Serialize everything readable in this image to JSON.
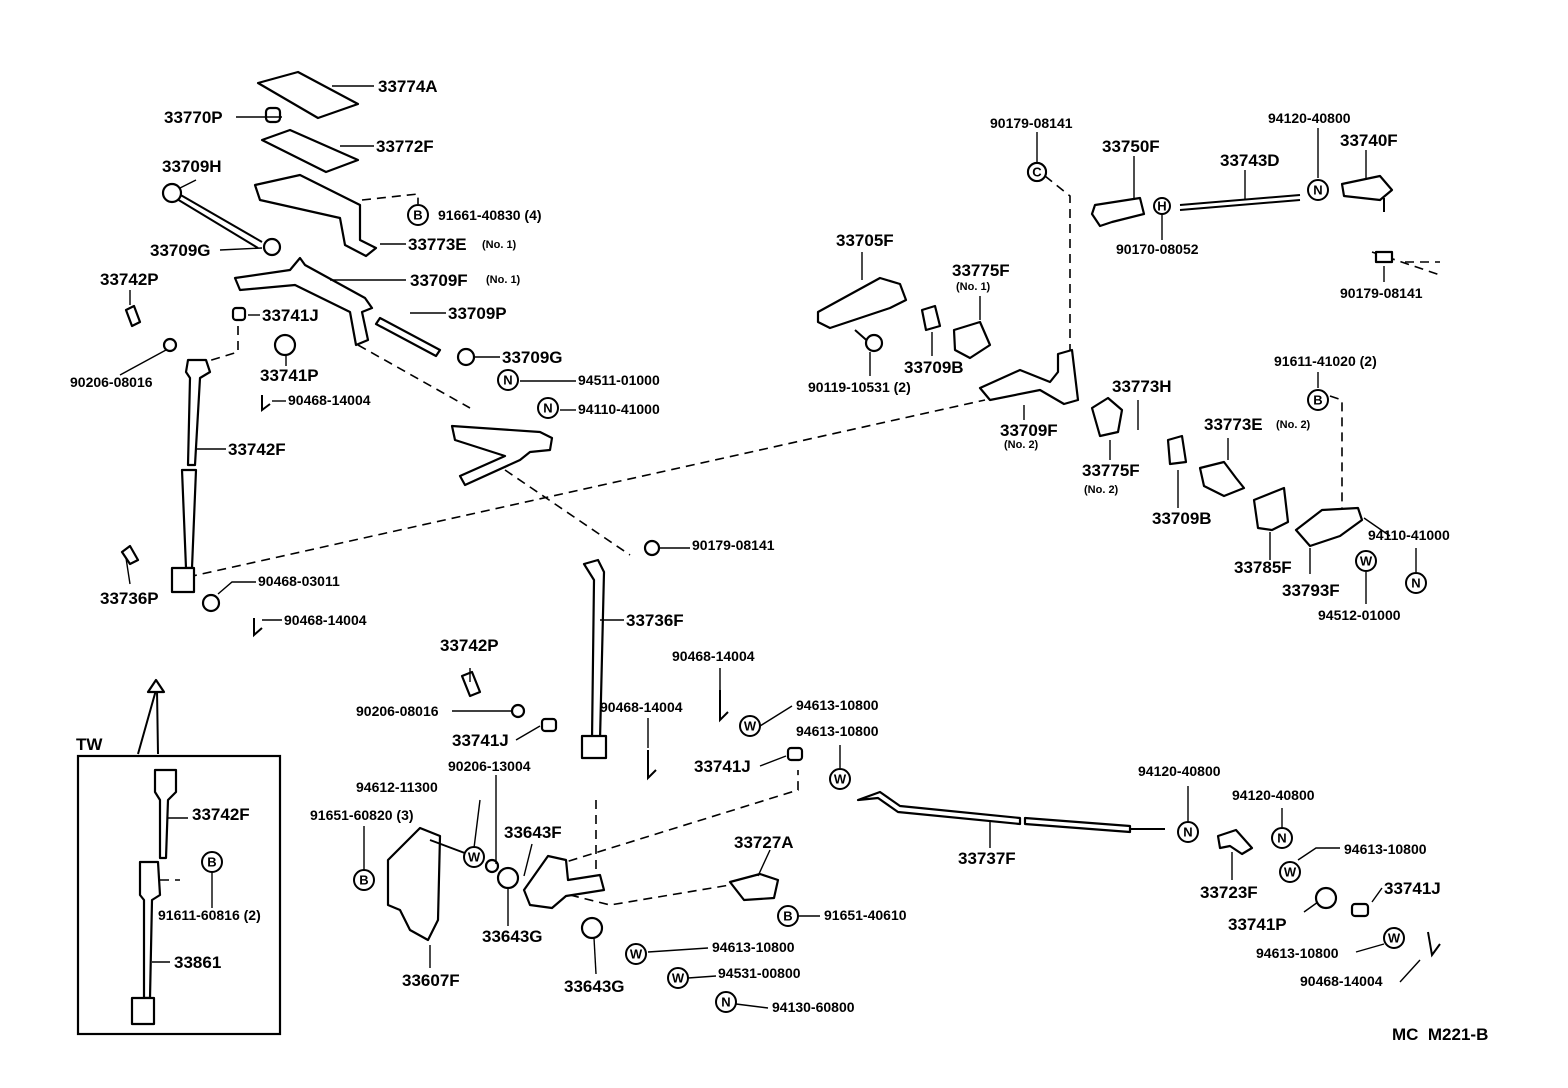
{
  "labels": {
    "p33774A": "33774A",
    "p33770P": "33770P",
    "p33772F": "33772F",
    "p33709H": "33709H",
    "p91661_40830": "91661-40830 (4)",
    "p33709G_a": "33709G",
    "p33773E_1": "33773E",
    "no1_a": "(No. 1)",
    "p33742P_a": "33742P",
    "p33709F_1": "33709F",
    "no1_b": "(No. 1)",
    "p33741J_a": "33741J",
    "p33709P": "33709P",
    "p33741P_a": "33741P",
    "p33709G_b": "33709G",
    "p90206_08016_a": "90206-08016",
    "p94511_01000": "94511-01000",
    "p90468_14004_a": "90468-14004",
    "p94110_41000_a": "94110-41000",
    "p33742F_a": "33742F",
    "p90179_08141_a": "90179-08141",
    "p33750F": "33750F",
    "p94120_40800_a": "94120-40800",
    "p33740F": "33740F",
    "p33743D": "33743D",
    "p90170_08052": "90170-08052",
    "p90179_08141_b": "90179-08141",
    "p33705F": "33705F",
    "p33775F_1": "33775F",
    "no1_c": "(No. 1)",
    "p90119_10531": "90119-10531 (2)",
    "p33709B_a": "33709B",
    "p33773H": "33773H",
    "p33709F_2": "33709F",
    "no2_a": "(No. 2)",
    "p33775F_2": "33775F",
    "no2_b": "(No. 2)",
    "p91611_41020": "91611-41020 (2)",
    "p33773E_2": "33773E",
    "no2_c": "(No. 2)",
    "p33709B_b": "33709B",
    "p94110_41000_b": "94110-41000",
    "p33785F": "33785F",
    "p33793F": "33793F",
    "p94512_01000": "94512-01000",
    "p90179_08141_c": "90179-08141",
    "p33736P": "33736P",
    "p90468_03011": "90468-03011",
    "p90468_14004_b": "90468-14004",
    "p33736F": "33736F",
    "p33742P_b": "33742P",
    "p90206_08016_b": "90206-08016",
    "p90468_14004_c": "90468-14004",
    "p90468_14004_d": "90468-14004",
    "p94613_10800_a": "94613-10800",
    "p94613_10800_b": "94613-10800",
    "p33741J_b": "33741J",
    "p33741J_c": "33741J",
    "p94612_11300": "94612-11300",
    "p90206_13004": "90206-13004",
    "p91651_60820": "91651-60820 (3)",
    "p33643F": "33643F",
    "p33727A": "33727A",
    "p33737F": "33737F",
    "p94120_40800_b": "94120-40800",
    "p94120_40800_c": "94120-40800",
    "p94613_10800_c": "94613-10800",
    "p33723F": "33723F",
    "p33741J_d": "33741J",
    "p33741P_b": "33741P",
    "p91651_40610": "91651-40610",
    "p33643G_a": "33643G",
    "p33607F": "33607F",
    "p33643G_b": "33643G",
    "p94613_10800_d": "94613-10800",
    "p94531_00800": "94531-00800",
    "p94130_60800": "94130-60800",
    "p94613_10800_e": "94613-10800",
    "p90468_14004_e": "90468-14004",
    "tw": "TW",
    "p33742F_b": "33742F",
    "p91611_60816": "91611-60816 (2)",
    "p33861": "33861",
    "drawing_code": "MC  M221-B"
  },
  "symbols": {
    "bolt": "B",
    "nut": "N",
    "washer": "W",
    "clip": "C",
    "hex": "H"
  }
}
